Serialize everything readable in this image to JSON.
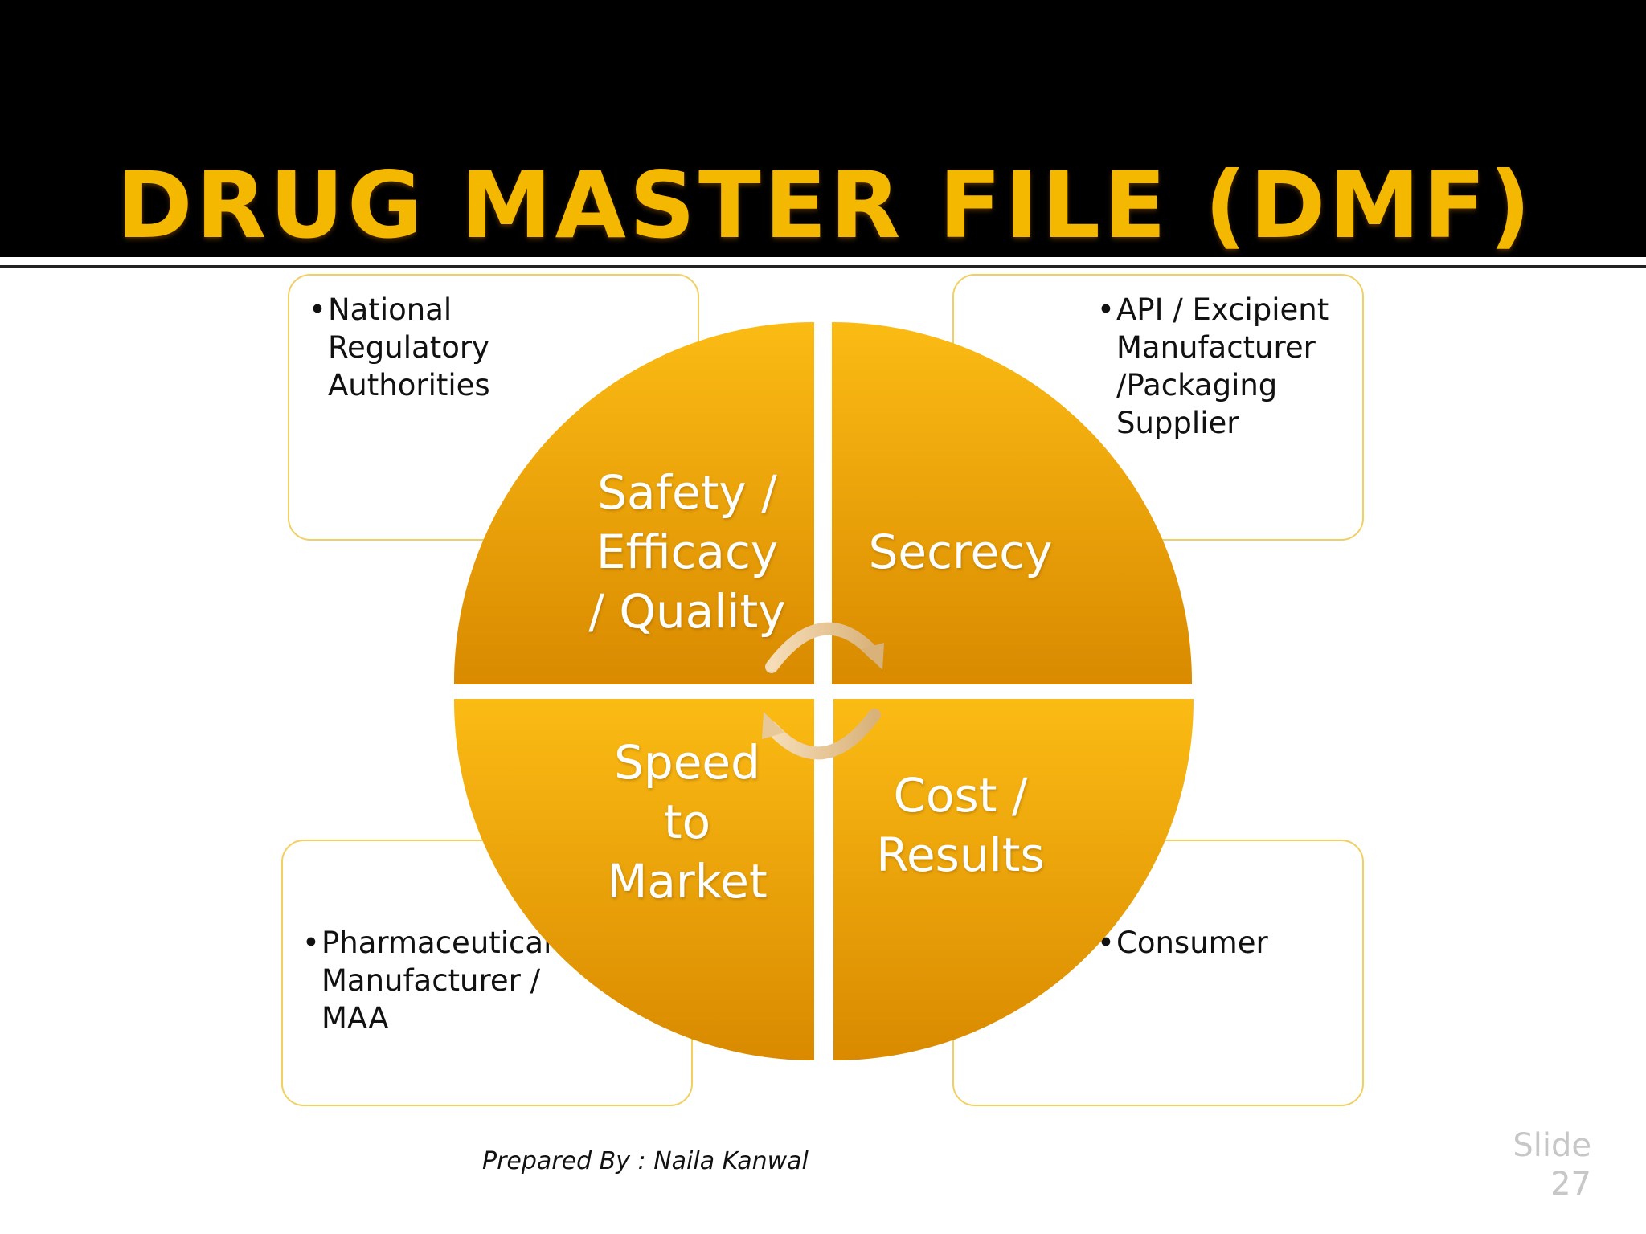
{
  "title": "DRUG MASTER FILE (DMF)",
  "stakeholders": {
    "top_left": "National Regulatory Authorities",
    "top_right": "API / Excipient Manufacturer /Packaging Supplier",
    "bottom_left": "Pharmaceutical Manufacturer / MAA",
    "bottom_right": "Consumer"
  },
  "quadrants": {
    "top_left": [
      "Safety /",
      "Efficacy",
      "/ Quality"
    ],
    "top_right": [
      "Secrecy"
    ],
    "bottom_left": [
      "Speed",
      "to",
      "Market"
    ],
    "bottom_right": [
      "Cost /",
      "Results"
    ]
  },
  "footer": "Prepared By : Naila Kanwal",
  "slide": {
    "label": "Slide",
    "number": "27"
  },
  "colors": {
    "accent": "#f5b800",
    "quadrant_light": "#fbbb14",
    "quadrant_dark": "#d98a00",
    "box_border": "#f2cf63"
  }
}
